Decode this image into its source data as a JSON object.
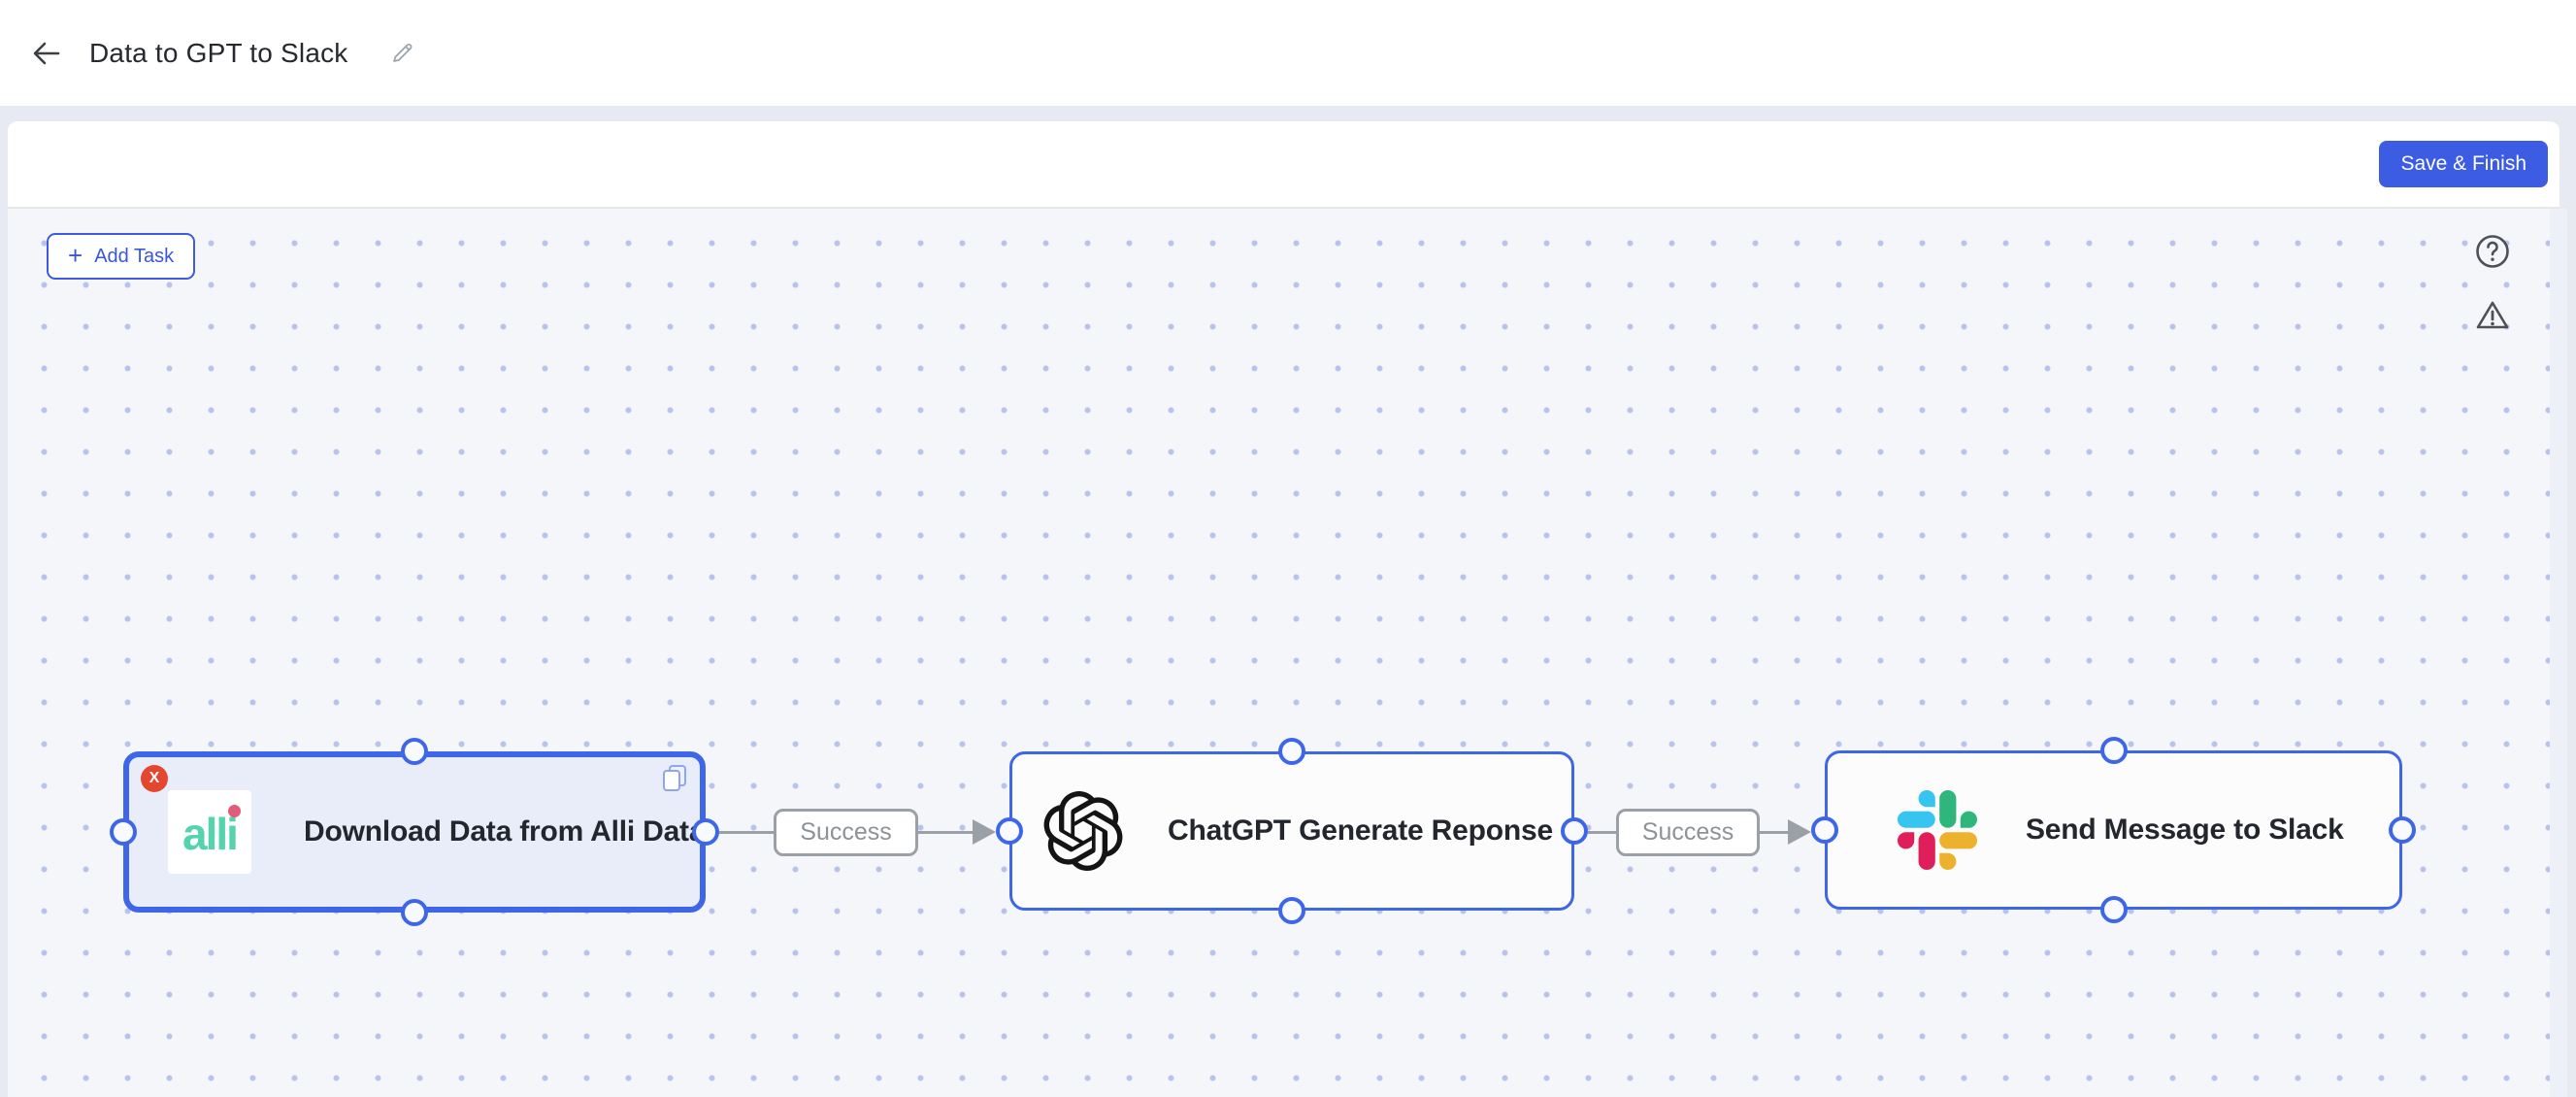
{
  "header": {
    "title": "Data to GPT to Slack"
  },
  "toolbar": {
    "save_button": "Save & Finish"
  },
  "canvas": {
    "add_task_label": "Add Task",
    "add_task_plus": "+"
  },
  "nodes": [
    {
      "title": "Download Data from Alli Data",
      "app": "Alli Data",
      "logo_text": "alli",
      "delete_label": "X",
      "selected": true
    },
    {
      "title": "ChatGPT Generate Reponse",
      "app": "ChatGPT",
      "selected": false
    },
    {
      "title": "Send Message to Slack",
      "app": "Slack",
      "selected": false
    }
  ],
  "edges": [
    {
      "label": "Success"
    },
    {
      "label": "Success"
    }
  ],
  "colors": {
    "accent_blue": "#3c5ce4",
    "node_border_blue": "#3d66e8",
    "selected_node_fill": "#e9edfa",
    "edge_gray": "#9aa0a5",
    "delete_red": "#e5462f",
    "alli_teal": "#55d3ab",
    "alli_pink": "#e25b78",
    "slack_blue": "#36C5F0",
    "slack_green": "#2EB67D",
    "slack_yellow": "#ECB22E",
    "slack_red": "#E01E5A",
    "canvas_bg": "#f5f6fa",
    "dot_color": "#b7c3ec"
  }
}
